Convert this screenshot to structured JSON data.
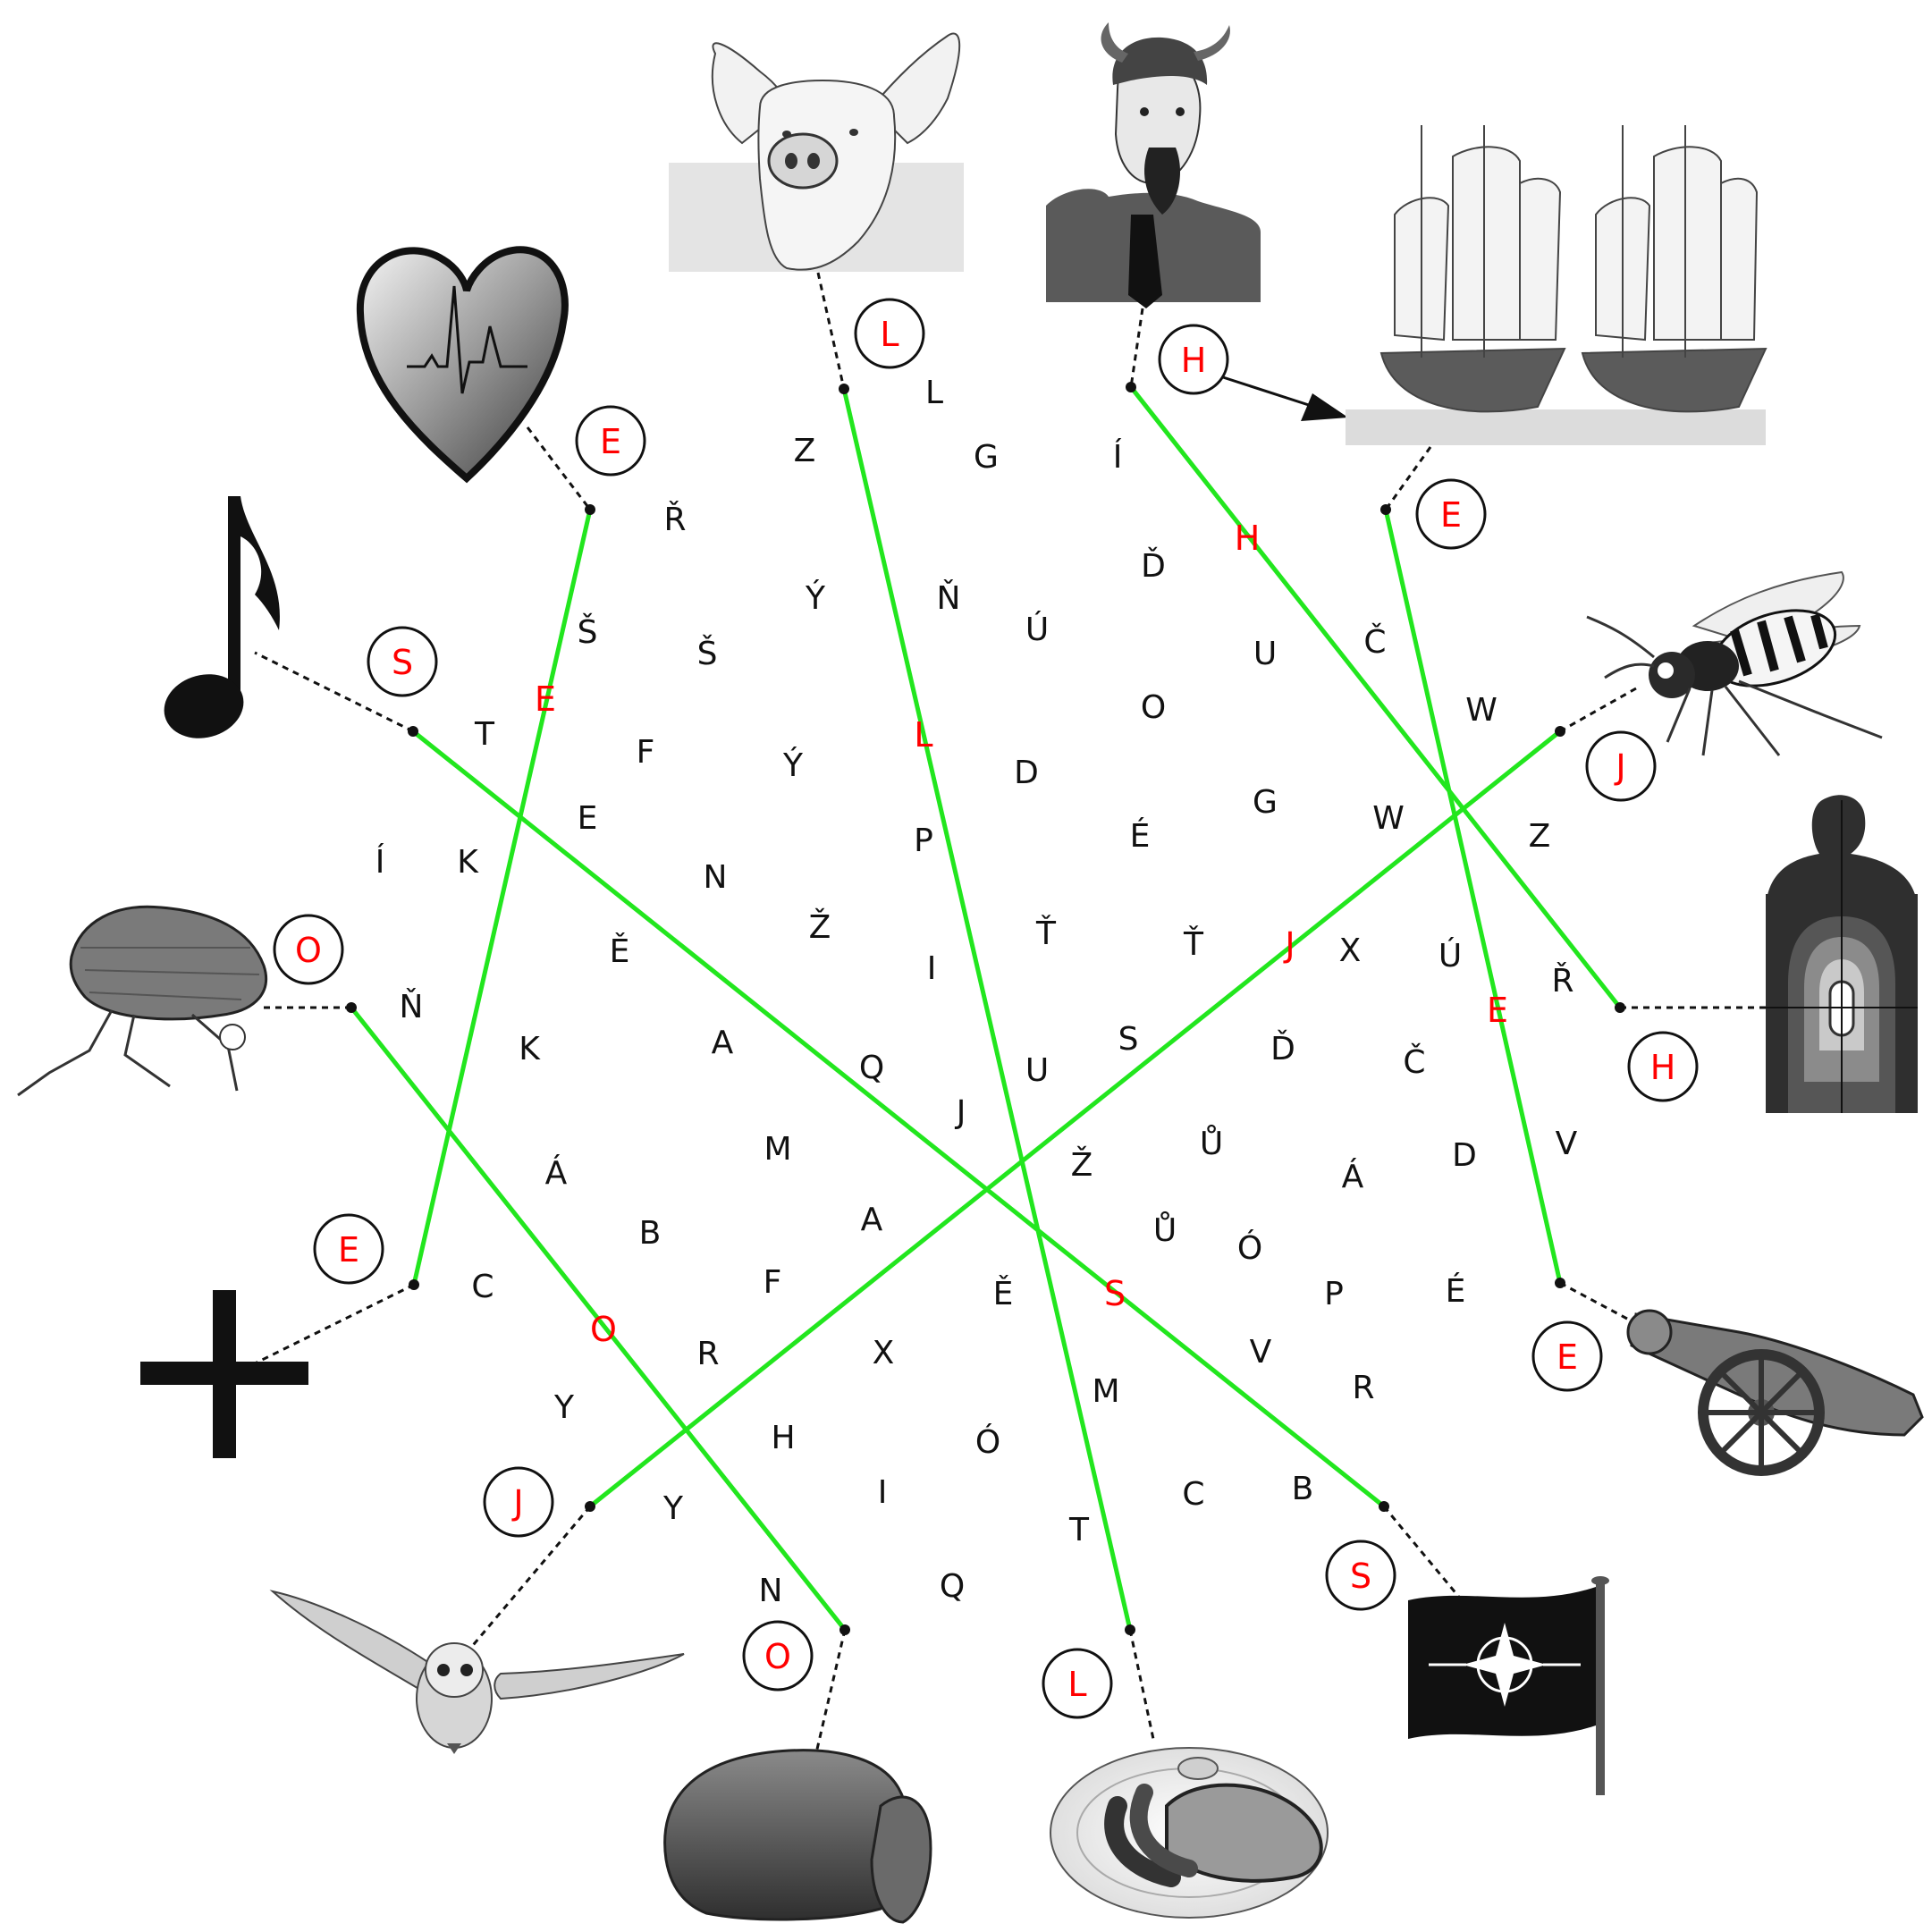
{
  "colors": {
    "accent": "#ff0000",
    "line": "#22e61e",
    "ink": "#111111"
  },
  "pictures": {
    "heart": "heart-with-heartbeat-icon",
    "pig": "pig-head-icon",
    "devil": "horned-man-icon",
    "ships": "two-sailing-ships-icon",
    "wasp": "wasp-icon",
    "target": "shooting-target-icon",
    "cannon": "cannon-icon",
    "flag": "nato-flag-icon",
    "sausages": "plate-with-sausages-icon",
    "bread": "bread-loaf-icon",
    "owl": "flying-owl-icon",
    "plus": "plus-icon",
    "flea": "flea-icon",
    "note": "music-note-icon"
  },
  "badges": {
    "heart": "E",
    "pig": "L",
    "devil": "H",
    "ships": "E",
    "wasp": "J",
    "target": "H",
    "cannon": "E",
    "flag": "S",
    "sausages": "L",
    "bread": "O",
    "owl": "J",
    "plus": "E",
    "flea": "O",
    "note": "S"
  },
  "line_letters": {
    "E_line": "E",
    "L_line": "L",
    "H_line": "H",
    "E2_line": "E",
    "J_line": "J",
    "S_line": "S",
    "O_line": "O"
  },
  "grid_letters": [
    "L",
    "Z",
    "G",
    "Í",
    "Ř",
    "Ď",
    "Ý",
    "Ň",
    "Š",
    "Š",
    "Ú",
    "U",
    "Č",
    "W",
    "T",
    "F",
    "Ý",
    "O",
    "D",
    "E",
    "G",
    "W",
    "Z",
    "Í",
    "K",
    "N",
    "P",
    "É",
    "Ž",
    "Ť",
    "Ť",
    "Ě",
    "I",
    "X",
    "Ú",
    "Ř",
    "Ň",
    "K",
    "A",
    "Q",
    "S",
    "Ď",
    "Č",
    "U",
    "J",
    "M",
    "Ů",
    "Á",
    "Ž",
    "Á",
    "D",
    "V",
    "B",
    "Ů",
    "A",
    "Ó",
    "C",
    "F",
    "Ě",
    "P",
    "É",
    "R",
    "X",
    "V",
    "R",
    "Y",
    "H",
    "M",
    "Ó",
    "Y",
    "C",
    "B",
    "I",
    "T",
    "N",
    "Q"
  ]
}
